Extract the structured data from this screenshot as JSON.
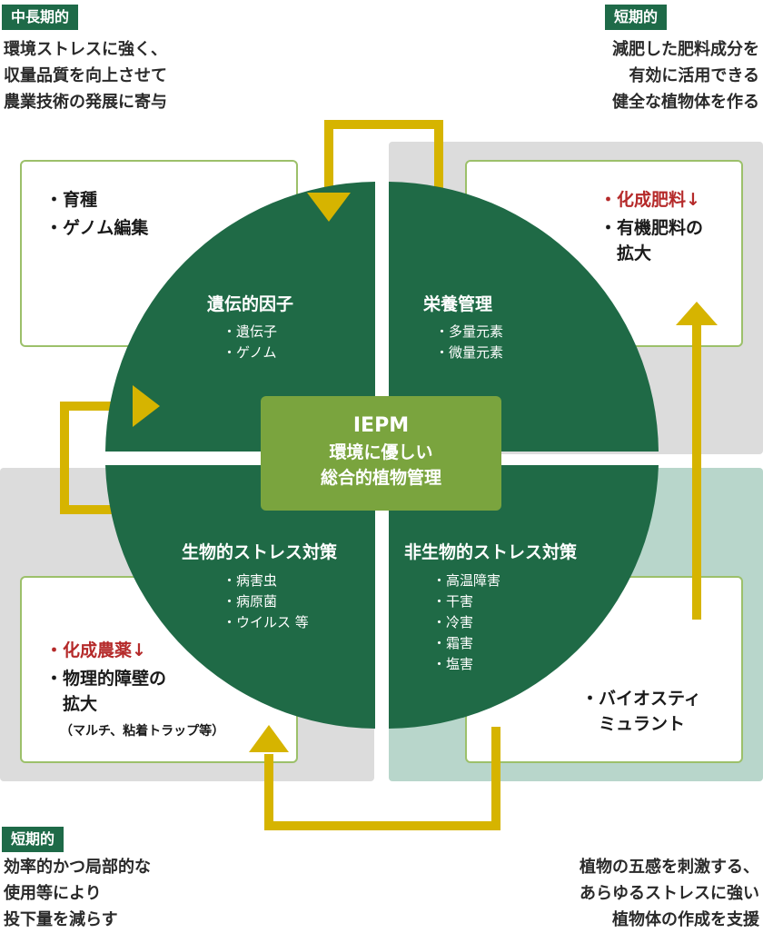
{
  "top_left": {
    "tag": "中長期的",
    "lines": [
      "環境ストレスに強く、",
      "収量品質を向上させて",
      "農業技術の発展に寄与"
    ]
  },
  "top_right": {
    "tag": "短期的",
    "lines": [
      "減肥した肥料成分を",
      "有効に活用できる",
      "健全な植物体を作る"
    ]
  },
  "bottom_left": {
    "tag": "短期的",
    "lines": [
      "効率的かつ局部的な",
      "使用等により",
      "投下量を減らす"
    ]
  },
  "bottom_right": {
    "lines": [
      "植物の五感を刺激する、",
      "あらゆるストレスに強い",
      "植物体の作成を支援"
    ]
  },
  "boxes": {
    "top_left": {
      "items": [
        "・育種",
        "・ゲノム編集"
      ]
    },
    "top_right": {
      "red_item": "・化成肥料↓",
      "items": [
        "・有機肥料の",
        "　拡大"
      ]
    },
    "bottom_left": {
      "red_item": "・化成農薬↓",
      "items": [
        "・物理的障壁の",
        "　拡大"
      ],
      "note": "（マルチ、粘着トラップ等）"
    },
    "bottom_right": {
      "items": [
        "・バイオスティ",
        "　ミュラント"
      ]
    }
  },
  "quadrants": {
    "genetic": {
      "title": "遺伝的因子",
      "items": [
        "・遺伝子",
        "・ゲノム"
      ]
    },
    "nutrition": {
      "title": "栄養管理",
      "items": [
        "・多量元素",
        "・微量元素"
      ]
    },
    "biotic": {
      "title": "生物的ストレス対策",
      "items": [
        "・病害虫",
        "・病原菌",
        "・ウイルス 等"
      ]
    },
    "abiotic": {
      "title": "非生物的ストレス対策",
      "items": [
        "・高温障害",
        "・干害",
        "・冷害",
        "・霜害",
        "・塩害"
      ]
    }
  },
  "center": {
    "title": "IEPM",
    "line1": "環境に優しい",
    "line2": "総合的植物管理"
  },
  "colors": {
    "dark_green": "#1f6a46",
    "light_green": "#7aa43e",
    "arrow_yellow": "#d6b400",
    "panel_gray": "#dcdcdc",
    "panel_teal": "#b8d6cb",
    "accent_red": "#b52a2a"
  }
}
